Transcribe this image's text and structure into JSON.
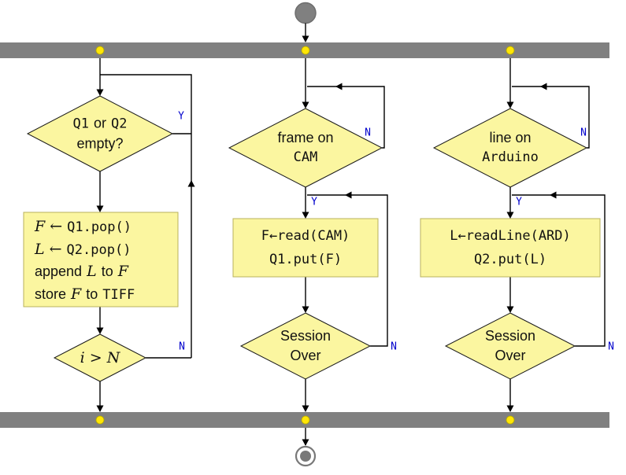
{
  "colors": {
    "bar_gray": "#808080",
    "node_yellow": "#FBF6A0",
    "rect_border": "#b9b25c",
    "diamond_border": "#1a1a1a",
    "sync_dot_yellow": "#ffe606",
    "branch_label_blue": "#0000cc",
    "edge_black": "#000000"
  },
  "labels": {
    "yes": "Y",
    "no": "N"
  },
  "col1": {
    "decision_top": {
      "q1": "Q1",
      "or": "or",
      "q2": "Q2",
      "line2": "empty?"
    },
    "process": {
      "l1": {
        "v": "F",
        "op": "←",
        "code": "Q1.pop()"
      },
      "l2": {
        "v": "L",
        "op": "←",
        "code": "Q2.pop()"
      },
      "l3": {
        "w1": "append",
        "v": "L",
        "w2": "to",
        "v2": "F"
      },
      "l4": {
        "w1": "store",
        "v": "F",
        "w2": "to",
        "code": "TIFF"
      }
    },
    "decision_bottom": "i > N"
  },
  "col2": {
    "decision_top": {
      "line1": "frame on",
      "line2": "CAM"
    },
    "process": {
      "line1": "F←read(CAM)",
      "line2": "Q1.put(F)"
    },
    "decision_bottom": {
      "line1": "Session",
      "line2": "Over"
    }
  },
  "col3": {
    "decision_top": {
      "line1": "line on",
      "line2": "Arduino"
    },
    "process": {
      "line1": "L←readLine(ARD)",
      "line2": "Q2.put(L)"
    },
    "decision_bottom": {
      "line1": "Session",
      "line2": "Over"
    }
  }
}
